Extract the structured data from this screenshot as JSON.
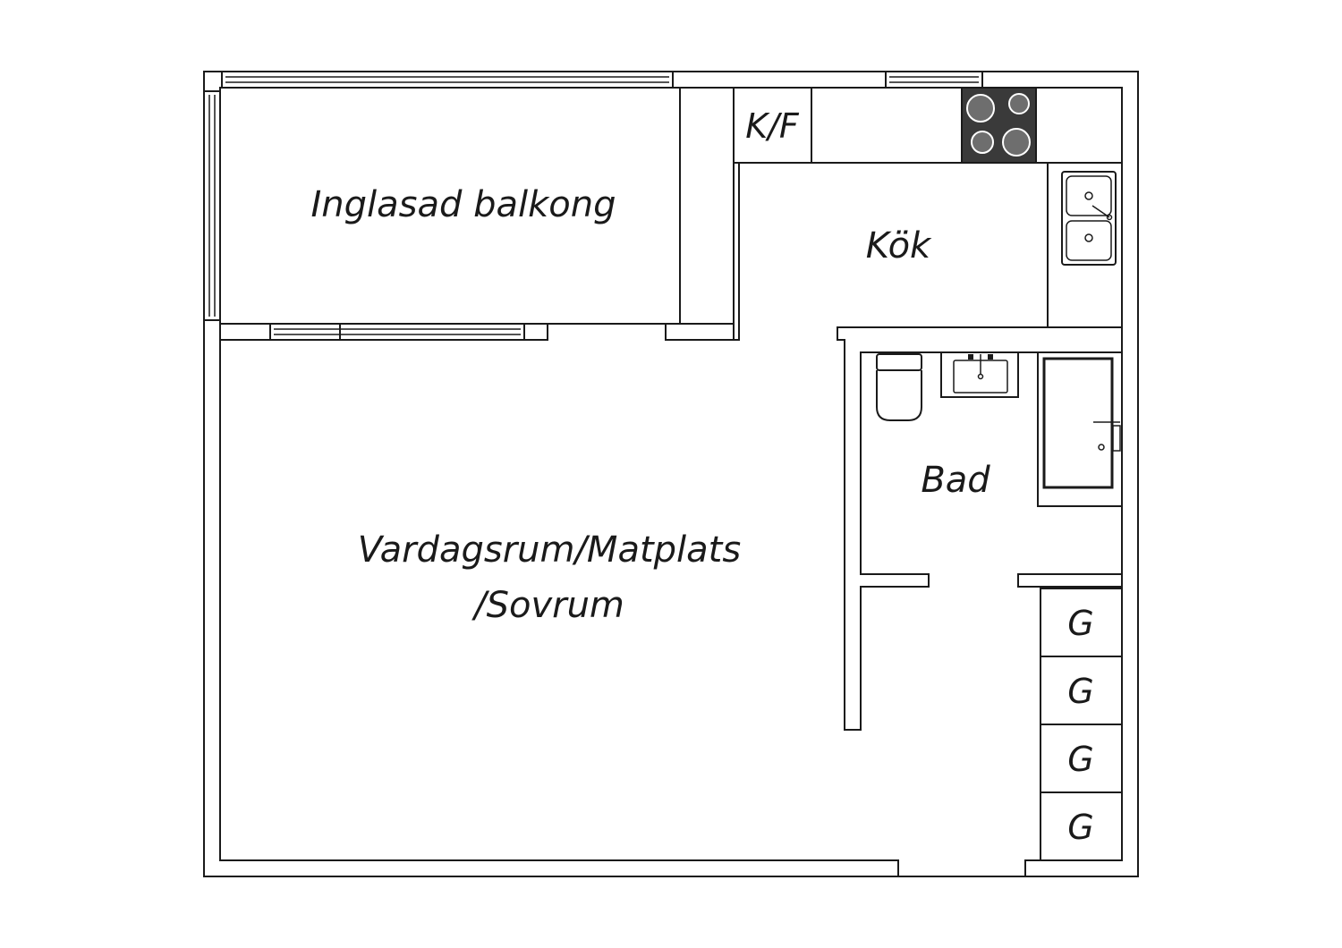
{
  "plan": {
    "rooms": {
      "balcony": "Inglasad balkong",
      "kitchen": "Kök",
      "fridge_freezer": "K/F",
      "bath": "Bad",
      "living_line1": "Vardagsrum/Matplats",
      "living_line2": "/Sovrum"
    },
    "wardrobes": [
      "G",
      "G",
      "G",
      "G"
    ],
    "colors": {
      "line": "#1a1a1a",
      "stove": "#3a3a3a",
      "background": "#ffffff"
    }
  }
}
